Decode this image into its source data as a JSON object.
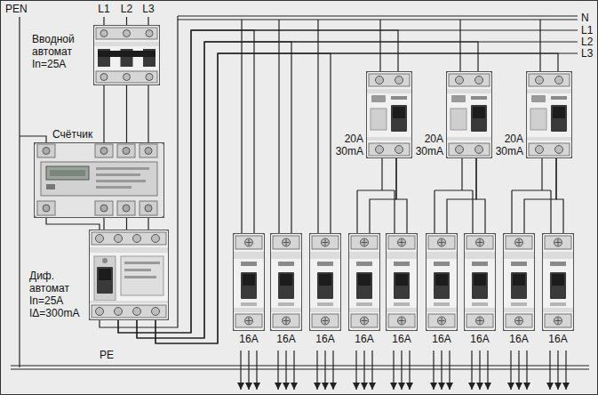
{
  "diagram": {
    "nodes": [
      {
        "text": [
          "Вводной автомат In=25A"
        ]
      },
      {
        "text": [
          "Счётчик"
        ]
      },
      {
        "text": [
          "Диф. автомат In=25A IΔ=300mA"
        ]
      },
      {
        "text": [
          "20A 30mA"
        ]
      },
      {
        "text": [
          "20A 30mA"
        ]
      },
      {
        "text": [
          "20A 30mA"
        ]
      },
      {
        "text": [
          "16A"
        ]
      },
      {
        "text": [
          "16A"
        ]
      },
      {
        "text": [
          "16A"
        ]
      },
      {
        "text": [
          "16A"
        ]
      },
      {
        "text": [
          "16A"
        ]
      },
      {
        "text": [
          "16A"
        ]
      },
      {
        "text": [
          "16A"
        ]
      },
      {
        "text": [
          "16A"
        ]
      },
      {
        "text": [
          "16A"
        ]
      }
    ],
    "edges": [
      {
        "from": 0,
        "to": 1,
        "arrow": "none"
      },
      {
        "from": 1,
        "to": 2,
        "arrow": "none"
      },
      {
        "from": 2,
        "to": 3,
        "arrow": "none"
      },
      {
        "from": 2,
        "to": 4,
        "arrow": "none"
      },
      {
        "from": 2,
        "to": 5,
        "arrow": "none"
      },
      {
        "from": 2,
        "to": 6,
        "arrow": "none"
      },
      {
        "from": 2,
        "to": 7,
        "arrow": "none"
      },
      {
        "from": 2,
        "to": 8,
        "arrow": "none"
      },
      {
        "from": 3,
        "to": 9,
        "arrow": "none"
      },
      {
        "from": 3,
        "to": 10,
        "arrow": "none"
      },
      {
        "from": 4,
        "to": 11,
        "arrow": "none"
      },
      {
        "from": 4,
        "to": 12,
        "arrow": "none"
      },
      {
        "from": 5,
        "to": 13,
        "arrow": "none"
      },
      {
        "from": 5,
        "to": 14,
        "arrow": "none"
      }
    ],
    "labels": [
      "PEN",
      "L1",
      "L2",
      "L3",
      "N",
      "L1",
      "L2",
      "L3",
      "PE"
    ]
  }
}
